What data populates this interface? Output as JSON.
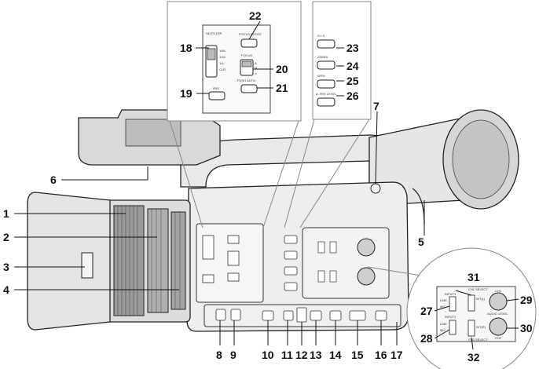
{
  "callouts": {
    "c1": "1",
    "c2": "2",
    "c3": "3",
    "c4": "4",
    "c5": "5",
    "c6": "6",
    "c7": "7",
    "c8": "8",
    "c9": "9",
    "c10": "10",
    "c11": "11",
    "c12": "12",
    "c13": "13",
    "c14": "14",
    "c15": "15",
    "c16": "16",
    "c17": "17",
    "c18": "18",
    "c19": "19",
    "c20": "20",
    "c21": "21",
    "c22": "22",
    "c23": "23",
    "c24": "24",
    "c25": "25",
    "c26": "26",
    "c27": "27",
    "c28": "28",
    "c29": "29",
    "c30": "30",
    "c31": "31",
    "c32": "32"
  },
  "left_inset": {
    "nd_filter": "ND FILTER",
    "nd_1_64": "1/64",
    "nd_1_16": "1/16",
    "nd_1_4": "1/4",
    "nd_clear": "CLR",
    "iris": "IRIS",
    "focus_assist": "FOCUS ASSIST",
    "focus": "FOCUS",
    "focus_auto": "A",
    "focus_manual": "M",
    "focus_inf": "∞",
    "push_auto": "PUSH AUTO"
  },
  "mid_inset": {
    "ois": "O.I.S.",
    "zebra": "ZEBRA",
    "wfm": "WFM",
    "a_iris_level": "A. IRIS LEVEL"
  },
  "audio_inset": {
    "ch1_select": "CH1 SELECT",
    "ch2_select": "CH2 SELECT",
    "input1": "INPUT1",
    "input2": "INPUT2",
    "ch1": "CH1",
    "ch2": "CH2",
    "audio_level": "AUDIO LEVEL",
    "line": "LINE",
    "mic": "MIC",
    "int_l": "INT(L)",
    "int_r": "INT(R)"
  }
}
